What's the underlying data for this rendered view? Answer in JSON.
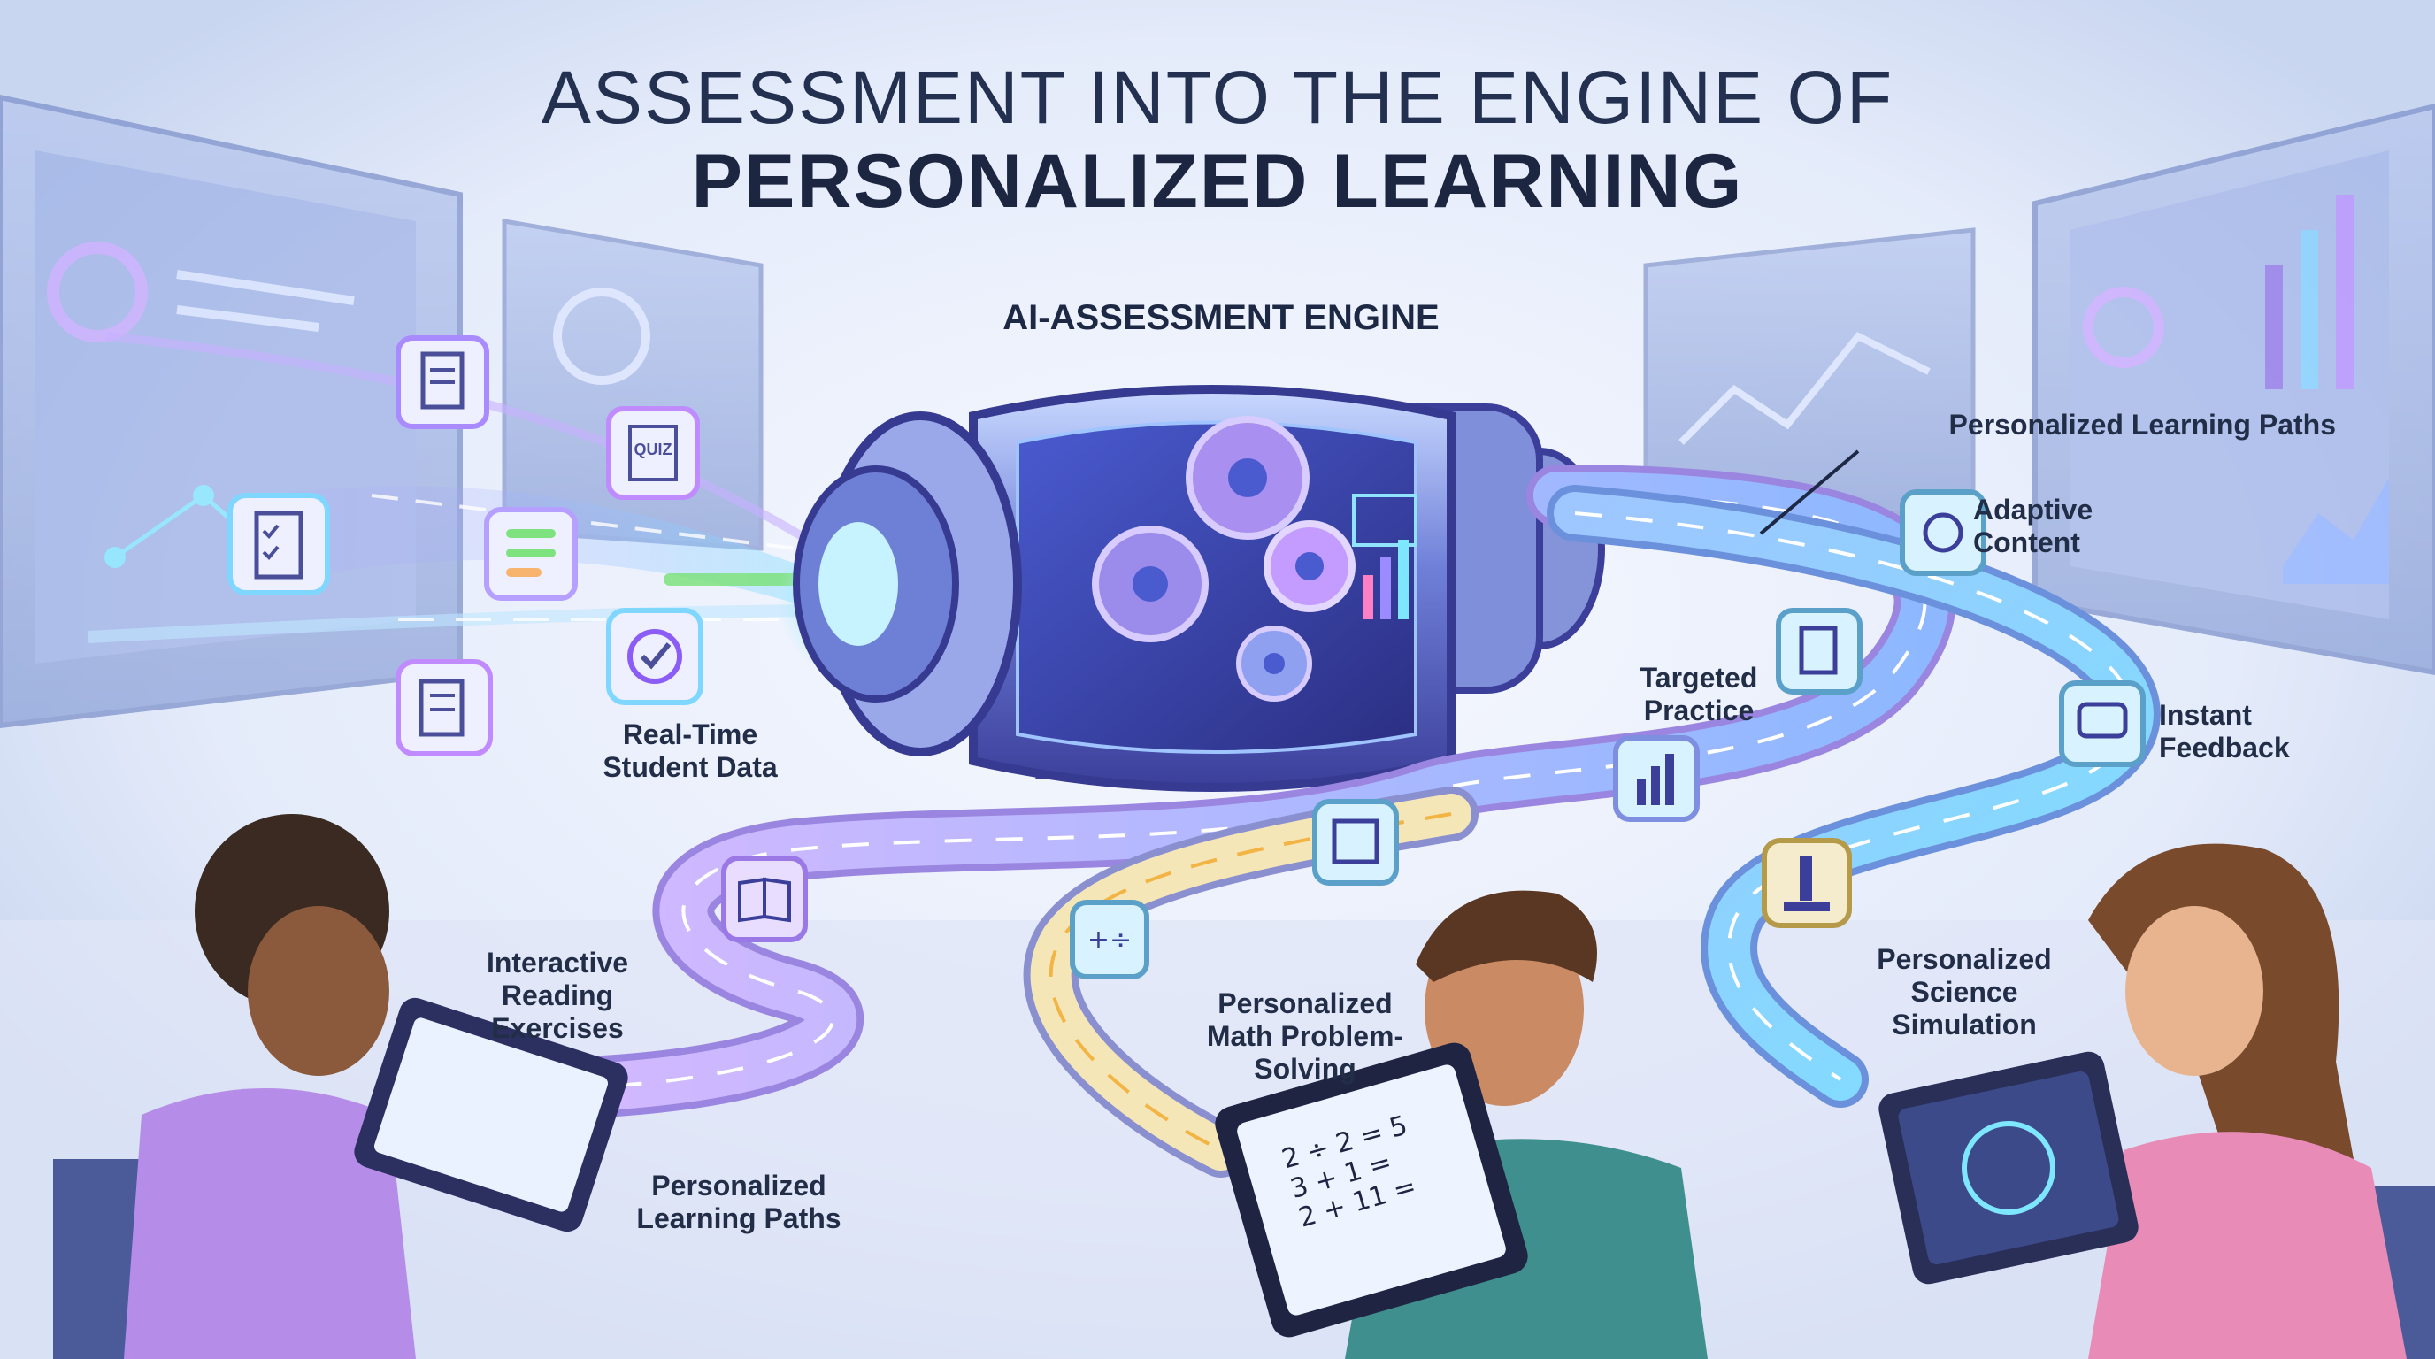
{
  "title": {
    "line1": "ASSESSMENT INTO THE ENGINE OF",
    "line2": "PERSONALIZED LEARNING"
  },
  "engine": {
    "label": "AI-ASSESSMENT ENGINE"
  },
  "input": {
    "label_line1": "Real-Time",
    "label_line2": "Student Data"
  },
  "input_icons": [
    "document-icon",
    "quiz-icon",
    "checklist-icon",
    "progress-bars-icon",
    "check-badge-icon",
    "task-list-icon"
  ],
  "input_icon_text": {
    "quiz": "QUIZ"
  },
  "paths_right": {
    "label": "Personalized Learning Paths"
  },
  "paths_bottom": {
    "line1": "Personalized",
    "line2": "Learning Paths"
  },
  "outputs": {
    "adaptive": {
      "line1": "Adaptive",
      "line2": "Content"
    },
    "feedback": {
      "line1": "Instant",
      "line2": "Feedback"
    },
    "practice": {
      "line1": "Targeted",
      "line2": "Practice"
    },
    "reading": {
      "line1": "Interactive",
      "line2": "Reading",
      "line3": "Exercises"
    },
    "math": {
      "line1": "Personalized",
      "line2": "Math Problem-",
      "line3": "Solving"
    },
    "science": {
      "line1": "Personalized",
      "line2": "Science",
      "line3": "Simulation"
    }
  },
  "math_tablet": {
    "line1": "2 ÷ 2 = 5",
    "line2": "3 + 1 =",
    "line3": "2 + 11 ="
  },
  "colors": {
    "background": "#e9eef9",
    "title": "#1c2640",
    "engine_glow": "#8fe3ff",
    "purple_path": "#b890f5",
    "cyan_path": "#7fd6ff",
    "yellow_path": "#f7d58a",
    "icon_tile": "#d8f3ff"
  }
}
